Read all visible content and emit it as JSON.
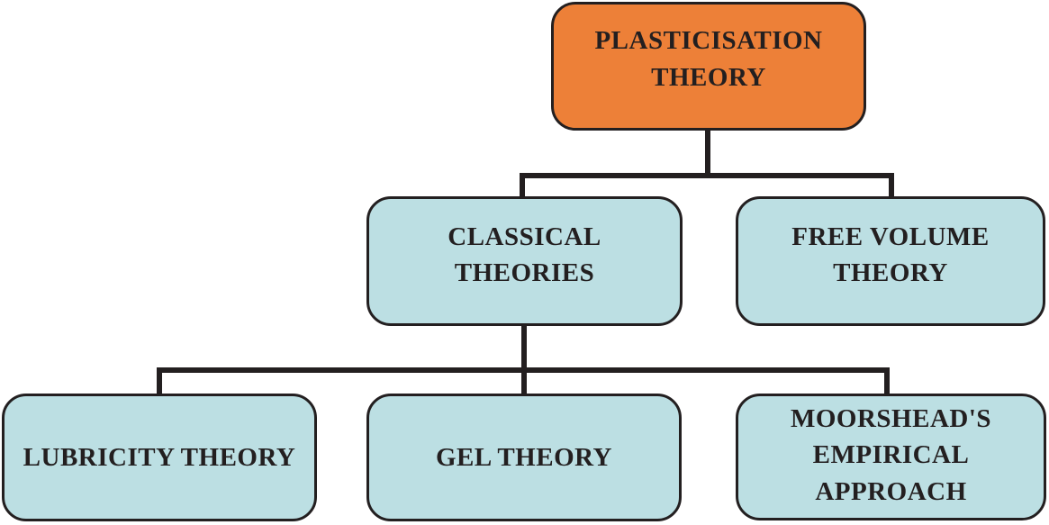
{
  "diagram": {
    "title": "Plasticisation theory hierarchy",
    "colors": {
      "root_fill": "#ED8038",
      "node_fill": "#BCDFE3",
      "border": "#231F20",
      "text": "#231F20",
      "background": "#FFFFFF"
    },
    "nodes": {
      "root": {
        "label": "PLASTICISATION THEORY"
      },
      "classical": {
        "label": "CLASSICAL THEORIES"
      },
      "free": {
        "label": "FREE VOLUME THEORY"
      },
      "lubricity": {
        "label": "LUBRICITY THEORY"
      },
      "gel": {
        "label": "GEL THEORY"
      },
      "moorshead": {
        "label": "MOORSHEAD'S EMPIRICAL APPROACH"
      }
    },
    "edges": [
      {
        "from": "PLASTICISATION THEORY",
        "to": "CLASSICAL THEORIES"
      },
      {
        "from": "PLASTICISATION THEORY",
        "to": "FREE VOLUME THEORY"
      },
      {
        "from": "CLASSICAL THEORIES",
        "to": "LUBRICITY THEORY"
      },
      {
        "from": "CLASSICAL THEORIES",
        "to": "GEL THEORY"
      },
      {
        "from": "CLASSICAL THEORIES",
        "to": "MOORSHEAD'S EMPIRICAL APPROACH"
      }
    ]
  }
}
